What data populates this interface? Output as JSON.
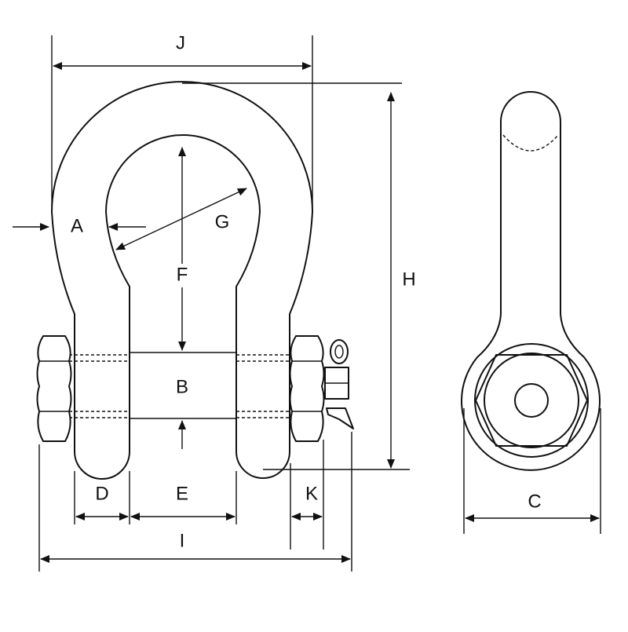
{
  "diagram": {
    "labels": {
      "a": "A",
      "b": "B",
      "c": "C",
      "d": "D",
      "e": "E",
      "f": "F",
      "g": "G",
      "h": "H",
      "i": "I",
      "j": "J",
      "k": "K"
    },
    "colors": {
      "ink": "#111111",
      "background": "#ffffff"
    }
  }
}
